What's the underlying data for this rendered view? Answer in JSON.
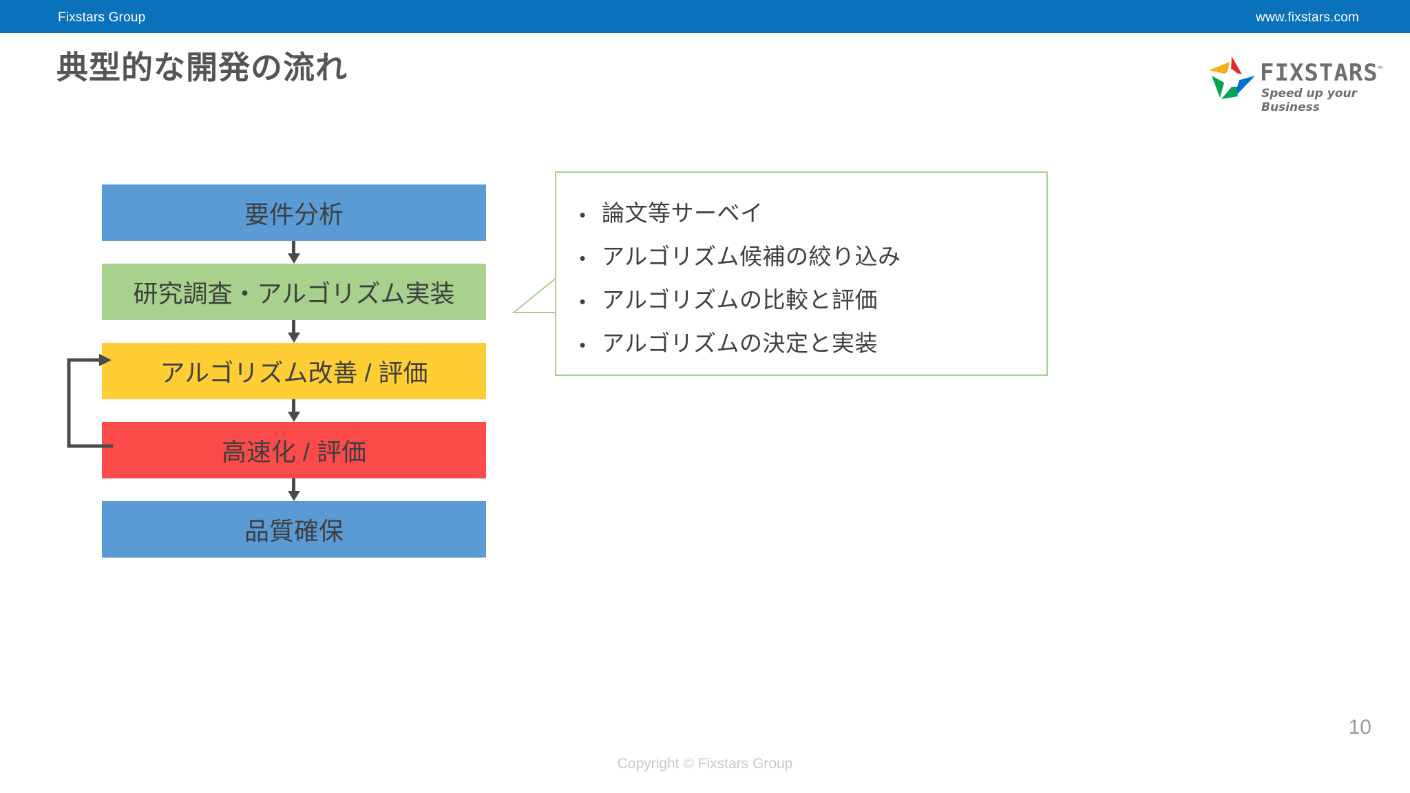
{
  "header": {
    "brand": "Fixstars Group",
    "url": "www.fixstars.com"
  },
  "title": "典型的な開発の流れ",
  "logo": {
    "wordmark": "FIXSTARS",
    "trademark": "™",
    "tagline": "Speed up your Business",
    "star_colors": {
      "red": "#E8252A",
      "yellow": "#F5B01A",
      "green": "#00A651",
      "blue": "#0071CE"
    }
  },
  "flow": {
    "steps": [
      {
        "label": "要件分析",
        "color": "#5B9BD5"
      },
      {
        "label": "研究調査・アルゴリズム実装",
        "color": "#A9D18E"
      },
      {
        "label": "アルゴリズム改善 / 評価",
        "color": "#FFCE34"
      },
      {
        "label": "高速化 / 評価",
        "color": "#FB4A4A"
      },
      {
        "label": "品質確保",
        "color": "#5B9BD5"
      }
    ],
    "arrow_color": "#4A4A4A",
    "feedback_from": "高速化 / 評価",
    "feedback_to": "アルゴリズム改善 / 評価"
  },
  "callout": {
    "border_color": "#A9D18E",
    "points_to": "研究調査・アルゴリズム実装",
    "bullet_glyph": "•",
    "items": [
      "論文等サーベイ",
      "アルゴリズム候補の絞り込み",
      "アルゴリズムの比較と評価",
      "アルゴリズムの決定と実装"
    ]
  },
  "footer": {
    "page_number": "10",
    "copyright": "Copyright © Fixstars Group"
  }
}
